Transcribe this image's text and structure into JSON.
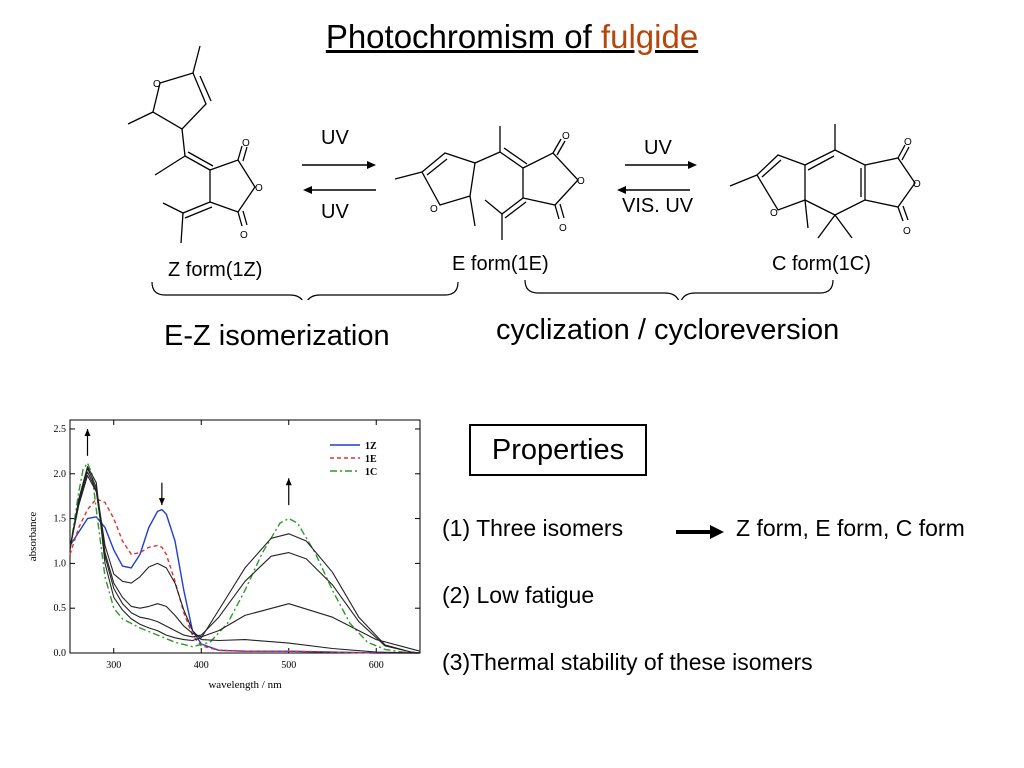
{
  "title": {
    "main": "Photochromism of ",
    "highlight": "fulgide",
    "highlight_color": "#b5470b"
  },
  "scheme": {
    "arrow1_top": "UV",
    "arrow1_bottom": "UV",
    "arrow2_top": "UV",
    "arrow2_bottom": "VIS. UV",
    "z_form": "Z form(1Z)",
    "e_form": "E form(1E)",
    "c_form": "C form(1C)",
    "atom_o": "O",
    "group1": "E-Z isomerization",
    "group2": "cyclization / cycloreversion"
  },
  "properties": {
    "header": "Properties",
    "item1": "(1) Three isomers",
    "item1_result": "Z form, E form, C form",
    "item2": "(2) Low fatigue",
    "item3": "(3)Thermal stability of these isomers"
  },
  "chart_data": {
    "type": "line",
    "xlabel": "wavelength / nm",
    "ylabel": "absorbance",
    "xlim": [
      250,
      650
    ],
    "ylim": [
      0,
      2.6
    ],
    "xticks": [
      "300",
      "400",
      "500",
      "600"
    ],
    "yticks": [
      "0.0",
      "0.5",
      "1.0",
      "1.5",
      "2.0",
      "2.5"
    ],
    "legend": "top-right",
    "series": [
      {
        "name": "1Z",
        "color": "#1f3fcf",
        "dash": "solid",
        "x": [
          250,
          260,
          270,
          280,
          290,
          300,
          310,
          320,
          330,
          340,
          350,
          355,
          360,
          370,
          380,
          390,
          400,
          420,
          450,
          500,
          550,
          600,
          650
        ],
        "y": [
          1.2,
          1.35,
          1.5,
          1.52,
          1.4,
          1.15,
          0.97,
          0.95,
          1.1,
          1.4,
          1.58,
          1.6,
          1.55,
          1.25,
          0.7,
          0.25,
          0.1,
          0.03,
          0.02,
          0.02,
          0.01,
          0.0,
          0.0
        ]
      },
      {
        "name": "1E",
        "color": "#e03030",
        "dash": "4,3",
        "x": [
          250,
          260,
          270,
          280,
          290,
          300,
          310,
          320,
          330,
          340,
          350,
          355,
          360,
          370,
          380,
          390,
          400,
          420,
          450,
          500,
          550,
          600,
          650
        ],
        "y": [
          1.1,
          1.4,
          1.6,
          1.72,
          1.68,
          1.5,
          1.25,
          1.1,
          1.12,
          1.18,
          1.2,
          1.18,
          1.1,
          0.8,
          0.45,
          0.2,
          0.08,
          0.03,
          0.02,
          0.02,
          0.01,
          0.0,
          0.0
        ]
      },
      {
        "name": "1C",
        "color": "#2a9a2a",
        "dash": "7,3,2,3",
        "x": [
          250,
          260,
          265,
          270,
          275,
          280,
          290,
          300,
          310,
          330,
          350,
          370,
          390,
          410,
          430,
          450,
          470,
          490,
          500,
          510,
          530,
          550,
          570,
          590,
          610,
          630,
          650
        ],
        "y": [
          1.15,
          1.8,
          2.05,
          2.12,
          2.0,
          1.6,
          0.85,
          0.5,
          0.38,
          0.28,
          0.2,
          0.12,
          0.07,
          0.12,
          0.33,
          0.7,
          1.12,
          1.45,
          1.5,
          1.45,
          1.12,
          0.7,
          0.33,
          0.12,
          0.04,
          0.01,
          0.0
        ]
      },
      {
        "name": "",
        "color": "#222222",
        "dash": "solid",
        "x": [
          250,
          260,
          270,
          280,
          290,
          300,
          310,
          320,
          330,
          340,
          350,
          360,
          370,
          380,
          390,
          400,
          420,
          450,
          500,
          550,
          600,
          650
        ],
        "y": [
          1.18,
          1.7,
          2.06,
          1.85,
          1.2,
          0.88,
          0.8,
          0.78,
          0.85,
          0.96,
          1.0,
          0.95,
          0.78,
          0.48,
          0.25,
          0.15,
          0.14,
          0.15,
          0.11,
          0.05,
          0.01,
          0.0
        ]
      },
      {
        "name": "",
        "color": "#222222",
        "dash": "solid",
        "x": [
          250,
          260,
          270,
          280,
          290,
          300,
          310,
          320,
          330,
          340,
          350,
          360,
          370,
          380,
          390,
          400,
          420,
          450,
          500,
          550,
          600,
          650
        ],
        "y": [
          1.17,
          1.65,
          1.98,
          1.8,
          1.12,
          0.78,
          0.62,
          0.52,
          0.5,
          0.52,
          0.55,
          0.52,
          0.42,
          0.3,
          0.22,
          0.18,
          0.25,
          0.42,
          0.55,
          0.4,
          0.15,
          0.02
        ]
      },
      {
        "name": "",
        "color": "#222222",
        "dash": "solid",
        "x": [
          250,
          260,
          270,
          280,
          290,
          300,
          310,
          320,
          330,
          340,
          350,
          360,
          370,
          380,
          390,
          400,
          420,
          450,
          480,
          500,
          520,
          550,
          580,
          610,
          640,
          650
        ],
        "y": [
          1.16,
          1.68,
          2.02,
          1.82,
          1.08,
          0.72,
          0.55,
          0.45,
          0.4,
          0.38,
          0.35,
          0.3,
          0.25,
          0.2,
          0.18,
          0.2,
          0.4,
          0.8,
          1.08,
          1.12,
          1.05,
          0.76,
          0.35,
          0.08,
          0.01,
          0.0
        ]
      },
      {
        "name": "",
        "color": "#222222",
        "dash": "solid",
        "x": [
          250,
          260,
          270,
          280,
          290,
          300,
          310,
          320,
          330,
          340,
          350,
          360,
          370,
          380,
          390,
          400,
          420,
          450,
          480,
          500,
          520,
          550,
          580,
          610,
          640,
          650
        ],
        "y": [
          1.15,
          1.72,
          2.08,
          1.9,
          1.0,
          0.62,
          0.48,
          0.38,
          0.32,
          0.28,
          0.25,
          0.2,
          0.17,
          0.15,
          0.14,
          0.17,
          0.48,
          0.95,
          1.28,
          1.33,
          1.25,
          0.9,
          0.4,
          0.09,
          0.01,
          0.0
        ]
      }
    ],
    "arrows": [
      {
        "x": 270,
        "y_from": 2.2,
        "y_to": 2.5,
        "direction": "up"
      },
      {
        "x": 355,
        "y_from": 1.9,
        "y_to": 1.65,
        "direction": "down"
      },
      {
        "x": 500,
        "y_from": 1.65,
        "y_to": 1.95,
        "direction": "up"
      }
    ]
  }
}
